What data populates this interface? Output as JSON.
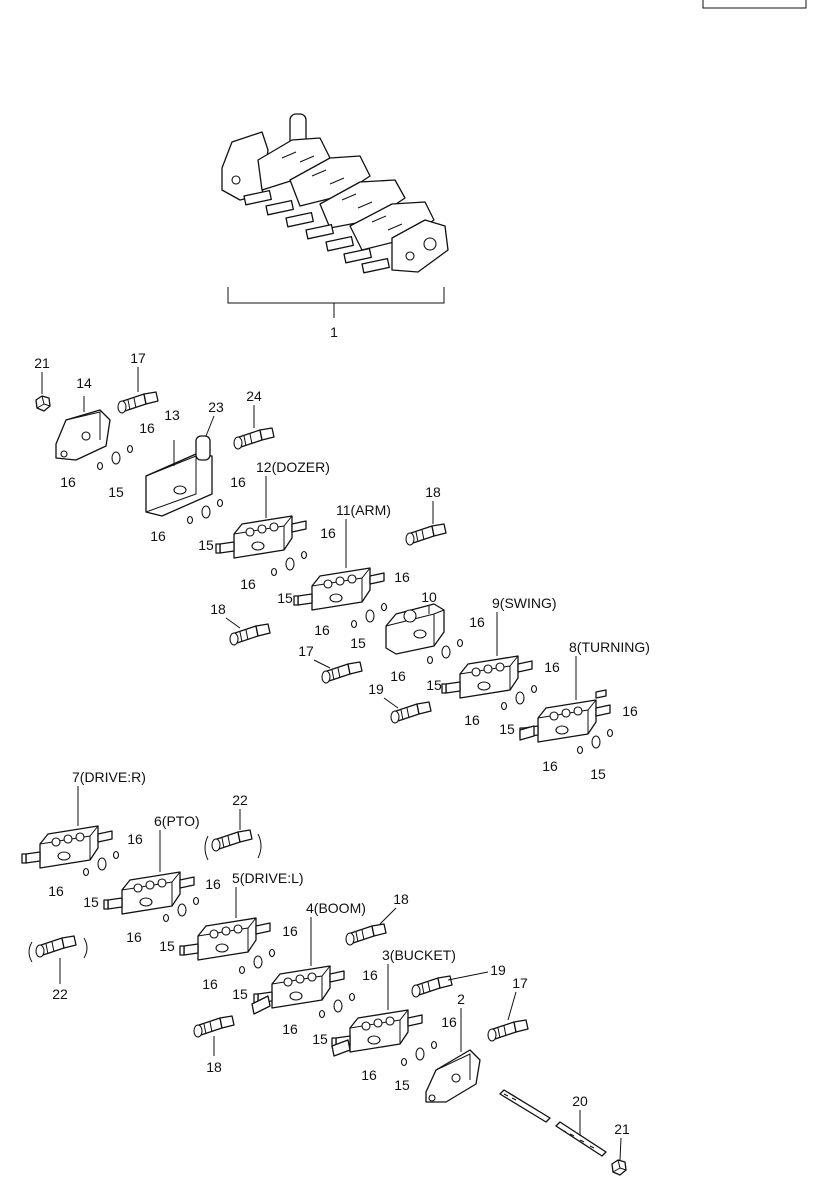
{
  "labels": {
    "l1": "1",
    "l2": "2",
    "l3": "3(BUCKET)",
    "l4": "4(BOOM)",
    "l5": "5(DRIVE:L)",
    "l6": "6(PTO)",
    "l7": "7(DRIVE:R)",
    "l8": "8(TURNING)",
    "l9": "9(SWING)",
    "l10": "10",
    "l11": "11(ARM)",
    "l12": "12(DOZER)",
    "l13": "13",
    "l14": "14",
    "n15": "15",
    "n16": "16",
    "n17": "17",
    "n18": "18",
    "n19": "19",
    "n20": "20",
    "n21": "21",
    "n22": "22",
    "n23": "23",
    "n24": "24"
  }
}
